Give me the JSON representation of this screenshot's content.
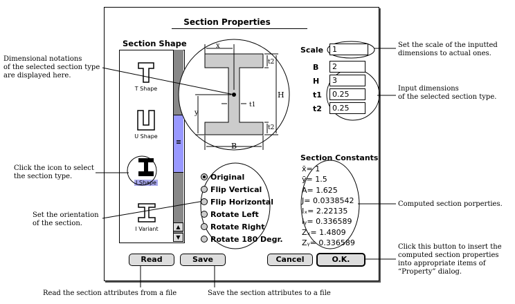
{
  "dialog": {
    "title": "Section Properties"
  },
  "section_shape": {
    "label": "Section Shape",
    "items": [
      {
        "label": "T Shape",
        "icon": "t-shape-icon"
      },
      {
        "label": "U Shape",
        "icon": "u-shape-icon"
      },
      {
        "label": "I Shape",
        "icon": "i-shape-icon",
        "selected": true
      },
      {
        "label": "I Variant",
        "icon": "i-variant-icon"
      }
    ]
  },
  "diagram_labels": {
    "x": "x",
    "t2_top": "t2",
    "H": "H",
    "y": "y",
    "t1": "t1",
    "t2_bottom": "t2",
    "B": "B"
  },
  "scale": {
    "label": "Scale",
    "value": "1"
  },
  "dimensions": [
    {
      "label": "B",
      "value": "2"
    },
    {
      "label": "H",
      "value": "3"
    },
    {
      "label": "t1",
      "value": "0.25"
    },
    {
      "label": "t2",
      "value": "0.25"
    }
  ],
  "orientation": {
    "options": [
      "Original",
      "Flip Vertical",
      "Flip Horizontal",
      "Rotate Left",
      "Rotate Right",
      "Rotate 180 Degr."
    ],
    "selected": "Original"
  },
  "constants": {
    "title": "Section Constants",
    "rows": [
      {
        "sym": "x̄",
        "value": "1"
      },
      {
        "sym": "ȳ",
        "value": "1.5"
      },
      {
        "sym": "A",
        "value": "1.625"
      },
      {
        "sym": "J",
        "value": "0.0338542"
      },
      {
        "sym": "Iₓ",
        "value": "2.22135"
      },
      {
        "sym": "Iᵧ",
        "value": "0.336589"
      },
      {
        "sym": "Zₓ",
        "value": "1.4809"
      },
      {
        "sym": "Zᵧ",
        "value": "0.336589"
      }
    ]
  },
  "buttons": {
    "read": "Read",
    "save": "Save",
    "cancel": "Cancel",
    "ok": "O.K."
  },
  "annotations": {
    "dimensional": "Dimensional notations\nof the selected section type\nare displayed here.",
    "click_icon": "Click the icon to select\nthe section type.",
    "orientation": "Set the orientation\nof the section.",
    "read": "Read the section attributes from a file",
    "save": "Save the section attributes to a file",
    "scale": "Set the scale of the inputted\ndimensions to actual ones.",
    "input_dims": "Input dimensions\nof the selected section type.",
    "computed": "Computed section porperties.",
    "ok_button": "Click this button to insert the\ncomputed section properties\ninto appropriate items of\n“Property” dialog."
  }
}
